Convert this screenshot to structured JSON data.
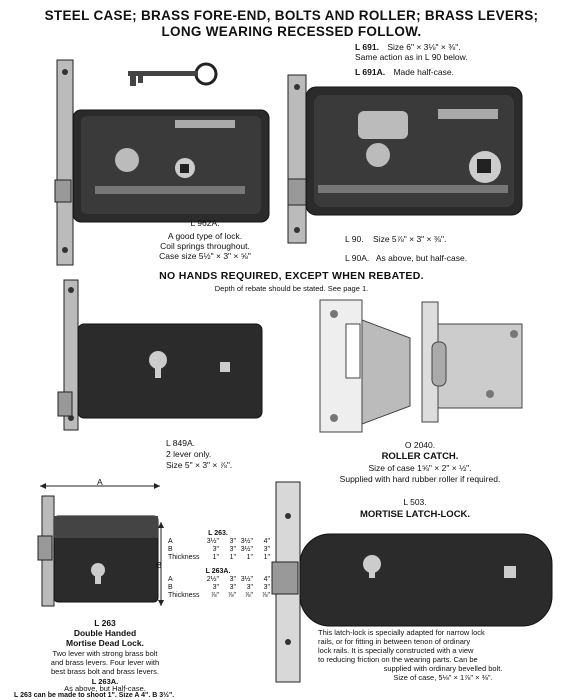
{
  "heading": {
    "line1": "STEEL CASE; BRASS FORE-END, BOLTS AND ROLLER; BRASS LEVERS;",
    "line2": "LONG WEARING RECESSED FOLLOW."
  },
  "l691": {
    "code": "L 691.",
    "size": "Size 6\" × 3⅛\" × ⅜\".",
    "note": "Same action as in L 90 below.",
    "half_code": "L 691A.",
    "half_note": "Made half-case."
  },
  "l962a": {
    "code": "L 962A.",
    "line1": "A good type of lock.",
    "line2": "Coil springs throughout.",
    "line3": "Case size 5½\" × 3\" × ⅝\""
  },
  "l90": {
    "line1": "L 90.    Size 5⅞\" × 3\" × ⅜\".",
    "line2": "L 90A.   As above, but half-case."
  },
  "middle": {
    "heading": "NO HANDS REQUIRED, EXCEPT WHEN REBATED.",
    "sub": "Depth of rebate should be stated.  See page 1."
  },
  "l849a": {
    "code": "L 849A.",
    "line1": "2 lever only.",
    "line2": "Size 5\" × 3\" × ⅞\"."
  },
  "o2040": {
    "code": "O 2040.",
    "title": "ROLLER CATCH.",
    "size": "Size of case 1⅝\" × 2\" × ½\".",
    "note": "Supplied with hard rubber roller if required."
  },
  "l503": {
    "code": "L 503.",
    "title": "MORTISE LATCH-LOCK.",
    "desc1": "This latch-lock is specially adapted for narrow lock",
    "desc2": "rails, or for fitting in between tenon of ordinary",
    "desc3": "lock rails.  It is specially constructed with a view",
    "desc4": "to reducing friction on the wearing parts.  Can be",
    "desc5": "supplied with ordinary bevelled bolt.",
    "size": "Size of case, 5⅛\" × 1⅞\" × ⅜\"."
  },
  "l263": {
    "dim_a": "A",
    "dim_b": "B",
    "table_code": "L 263.",
    "rows": [
      {
        "label": "A",
        "values": [
          "3½\"",
          "3\"",
          "3½\"",
          "4\""
        ]
      },
      {
        "label": "B",
        "values": [
          "3\"",
          "3\"",
          "3½\"",
          "3\""
        ]
      },
      {
        "label": "Thickness",
        "values": [
          "1\"",
          "1\"",
          "1\"",
          "1\""
        ]
      }
    ],
    "table_code_a": "L 263A.",
    "rows_a": [
      {
        "label": "A",
        "values": [
          "2½\"",
          "3\"",
          "3½\"",
          "4\""
        ]
      },
      {
        "label": "B",
        "values": [
          "3\"",
          "3\"",
          "3\"",
          "3\""
        ]
      },
      {
        "label": "Thickness",
        "values": [
          "⅞\"",
          "⅞\"",
          "⅞\"",
          "⅞\""
        ]
      }
    ],
    "code": "L 263",
    "title1": "Double Handed",
    "title2": "Mortise Dead Lock.",
    "desc1": "Two lever with strong brass bolt",
    "desc2": "and brass levers.  Four lever with",
    "desc3": "best brass bolt and brass levers.",
    "code_a": "L 263A.",
    "note_a": "As above, but Half-case.",
    "shoot": "L 263 can be made to shoot 1\".  Size A 4\".  B 3½\"."
  },
  "colors": {
    "ink": "#111111",
    "case": "#2b2b2b",
    "brass": "#c9c9c9",
    "paper": "#ffffff"
  },
  "icons": [
    "key-icon",
    "lock-illustration",
    "roller-catch-illustration",
    "latch-lock-illustration"
  ]
}
